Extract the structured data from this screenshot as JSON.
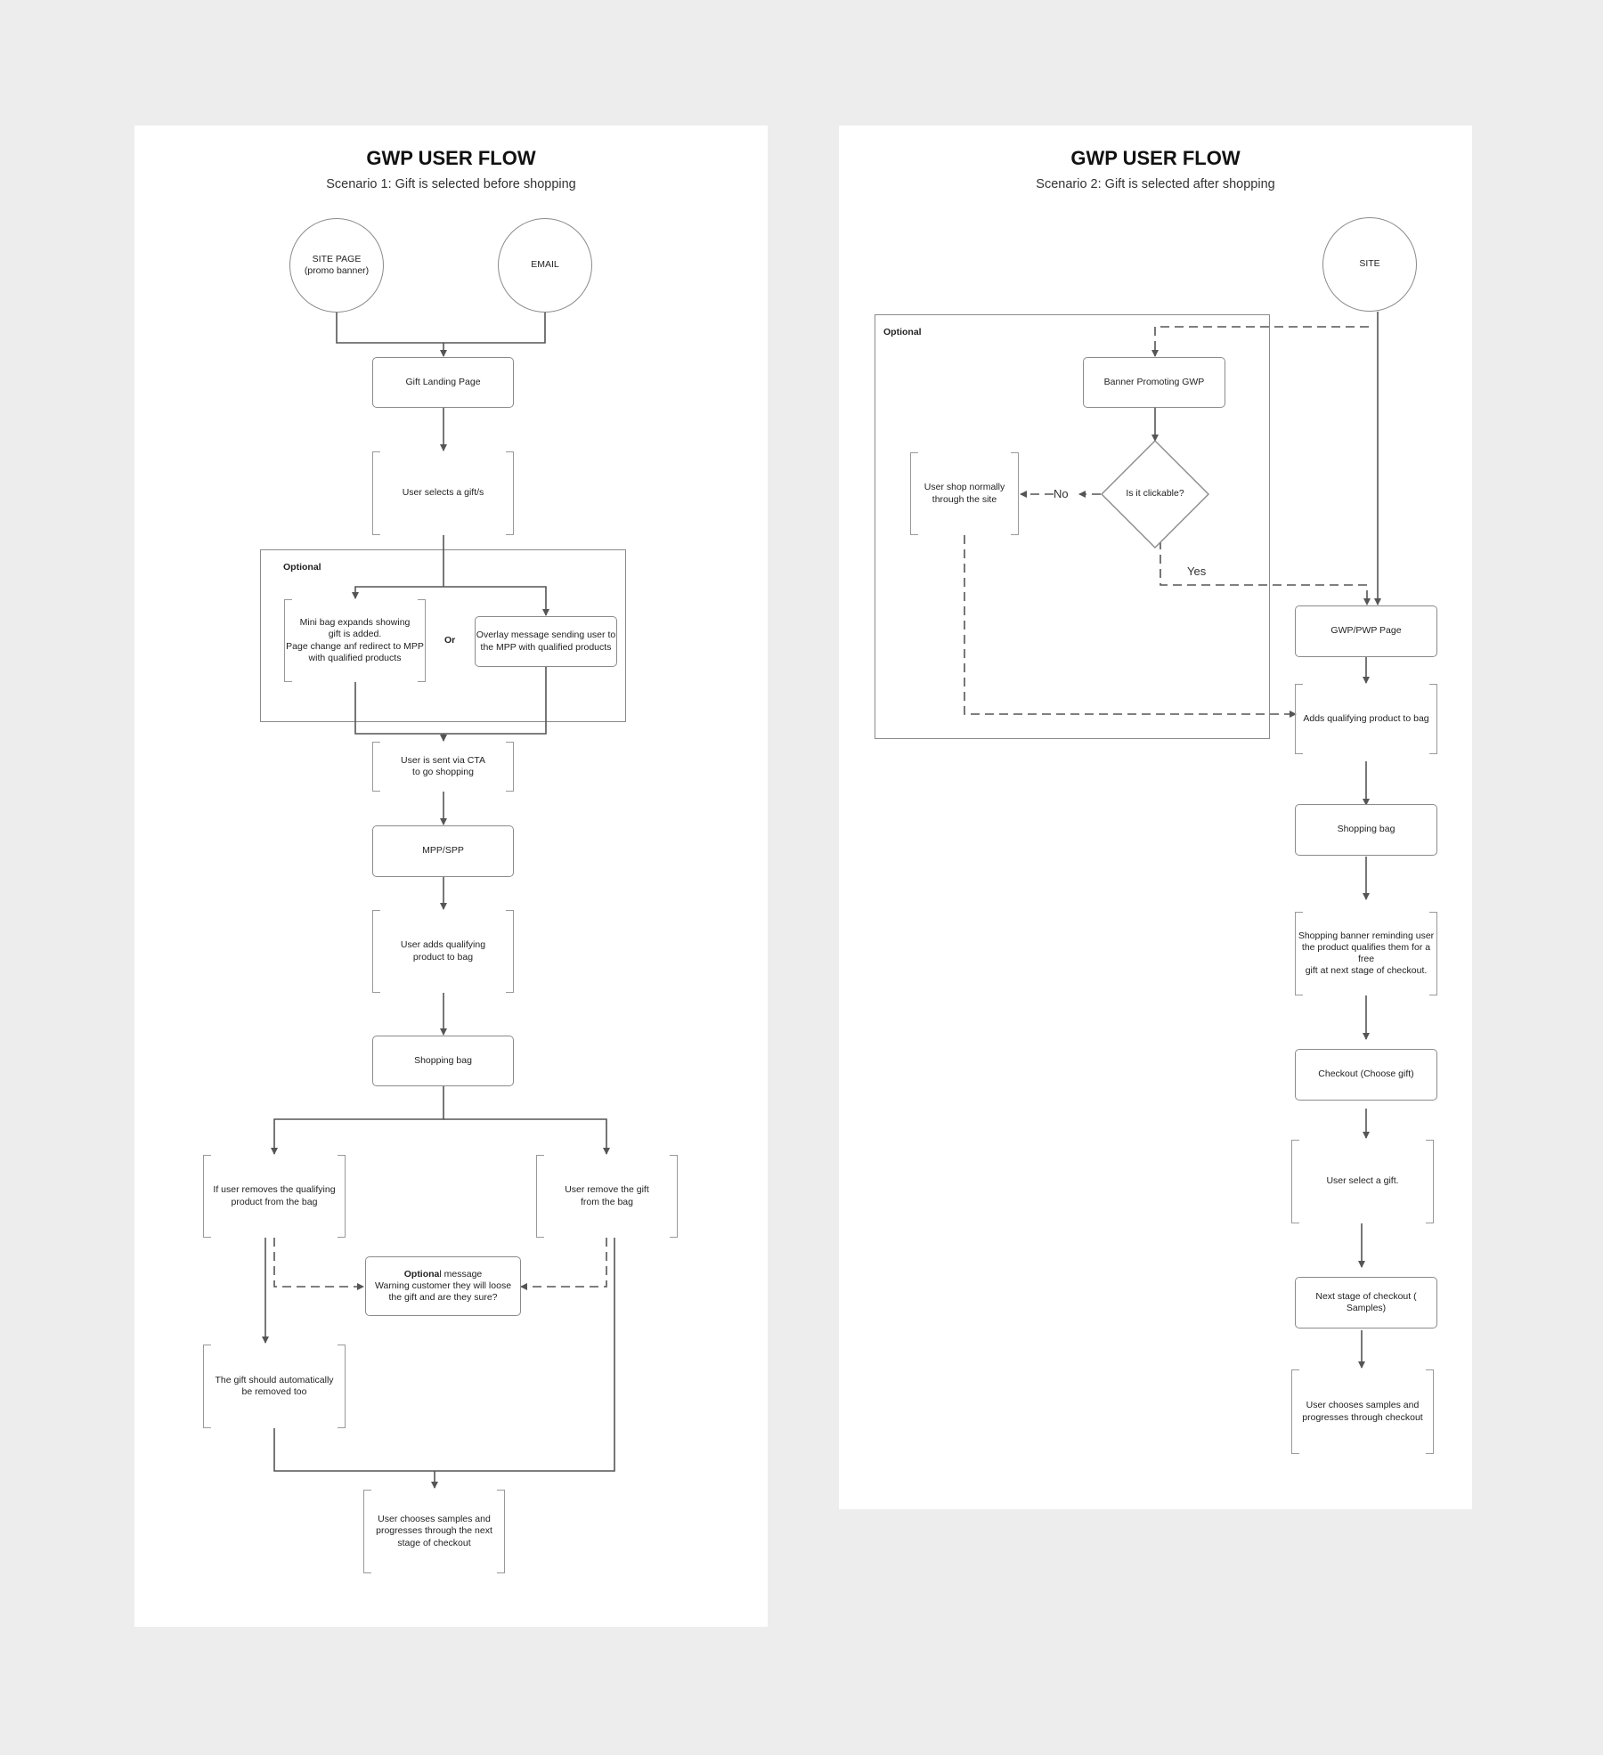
{
  "scenario1": {
    "title": "GWP USER FLOW",
    "subtitle": "Scenario 1: Gift is selected before shopping",
    "optional_label": "Optional",
    "or_label": "Or",
    "nodes": {
      "site_page": "SITE PAGE\n(promo banner)",
      "email": "EMAIL",
      "gift_landing": "Gift Landing Page",
      "user_selects": "User selects a gift/s",
      "mini_bag": "Mini bag expands showing\ngift is added.\nPage change anf redirect to MPP\nwith qualified products",
      "overlay": "Overlay message sending user to\nthe MPP with qualified products",
      "cta": "User is sent via CTA\nto go shopping",
      "mpp": "MPP/SPP",
      "adds_qualifying": "User adds qualifying\nproduct to bag",
      "shopping_bag": "Shopping bag",
      "removes_qualifying": "If user removes the qualifying\nproduct from the bag",
      "remove_gift": "User remove the gift\nfrom the bag",
      "optional_msg_bold": "Optiona",
      "optional_msg_rest": "l message",
      "optional_msg_body": "Warning customer they will loose\nthe gift and are they sure?",
      "auto_removed": "The gift should automatically\nbe removed too",
      "chooses_samples": "User chooses samples and\nprogresses through the next\nstage of checkout"
    }
  },
  "scenario2": {
    "title": "GWP USER FLOW",
    "subtitle": "Scenario 2: Gift is selected after shopping",
    "optional_label": "Optional",
    "no_label": "No",
    "yes_label": "Yes",
    "nodes": {
      "site": "SITE",
      "banner": "Banner Promoting GWP",
      "clickable": "Is it clickable?",
      "shop_normally": "User shop normally\nthrough the site",
      "gwp_page": "GWP/PWP Page",
      "adds_qualifying": "Adds qualifying product to bag",
      "shopping_bag": "Shopping bag",
      "shopping_banner": "Shopping banner reminding user\nthe product qualifies them for a free\ngift at next stage of checkout.",
      "checkout": "Checkout (Choose gift)",
      "select_gift": "User select a gift.",
      "next_stage": "Next stage of checkout ( Samples)",
      "chooses_samples": "User chooses samples and\nprogresses through checkout"
    }
  },
  "colors": {
    "background": "#ededed",
    "panel": "#ffffff",
    "line": "#555555",
    "border": "#8a8a8a"
  }
}
